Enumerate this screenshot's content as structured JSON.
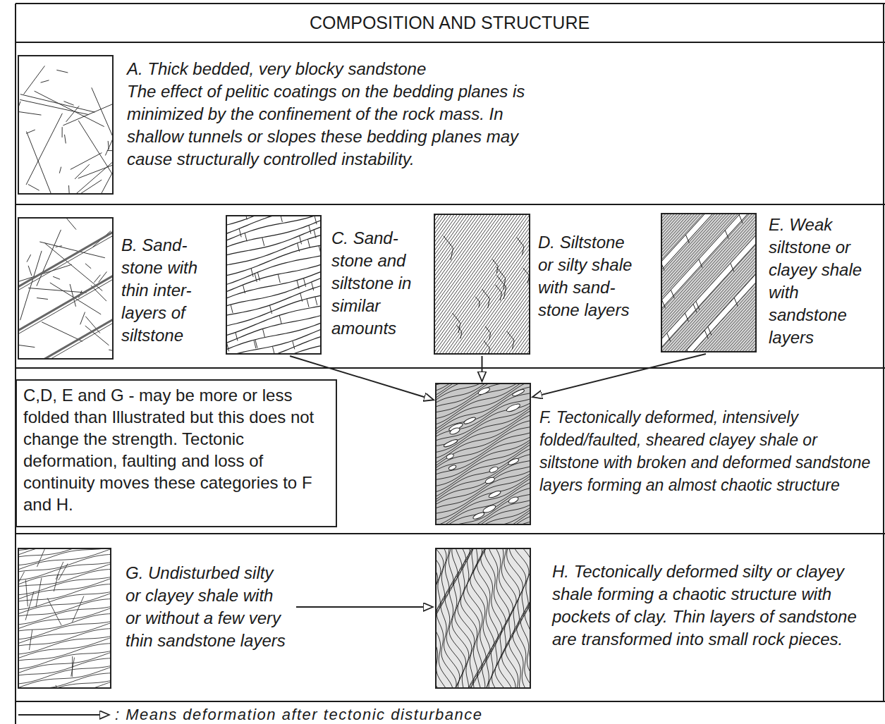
{
  "diagram": {
    "title": "COMPOSITION AND STRUCTURE",
    "nodes": [
      {
        "text": [
          "A. Thick bedded, very blocky sandstone",
          "The effect of pelitic coatings on the bedding planes is minimized by the confinement of the rock mass. In shallow tunnels or slopes these bedding planes may cause structurally controlled instability."
        ]
      },
      {
        "text": [
          "B. Sand- stone with thin inter- layers of siltstone"
        ]
      },
      {
        "text": [
          "C. Sand- stone and siltstone in similar amounts"
        ]
      },
      {
        "text": [
          "D. Siltstone or silty shale with sand- stone layers"
        ]
      },
      {
        "text": [
          "E. Weak siltstone or clayey shale with sandstone layers"
        ]
      },
      {
        "text": [
          "C,D, E and G - may be more or less folded than Illustrated but this does not change the strength. Tectonic deformation, faulting and loss of continuity moves these categories to F and H."
        ]
      },
      {
        "text": [
          "F. Tectonically deformed, intensively folded/faulted, sheared clayey shale or siltstone with broken and deformed sandstone layers forming an almost chaotic structure"
        ]
      },
      {
        "text": [
          "G. Undisturbed silty or clayey shale with or without a few very thin sandstone layers"
        ]
      },
      {
        "text": [
          "H. Tectonically deformed silty or clayey shale forming a chaotic structure with pockets of clay. Thin layers of sandstone are transformed into small rock pieces."
        ]
      }
    ],
    "edges": [
      {
        "from": 2,
        "to": 6,
        "arrow": "to"
      },
      {
        "from": 3,
        "to": 6,
        "arrow": "to"
      },
      {
        "from": 4,
        "to": 6,
        "arrow": "to"
      },
      {
        "from": 7,
        "to": 8,
        "arrow": "to"
      }
    ],
    "legend": [
      {
        "text": ": Means deformation after tectonic disturbance"
      }
    ]
  }
}
